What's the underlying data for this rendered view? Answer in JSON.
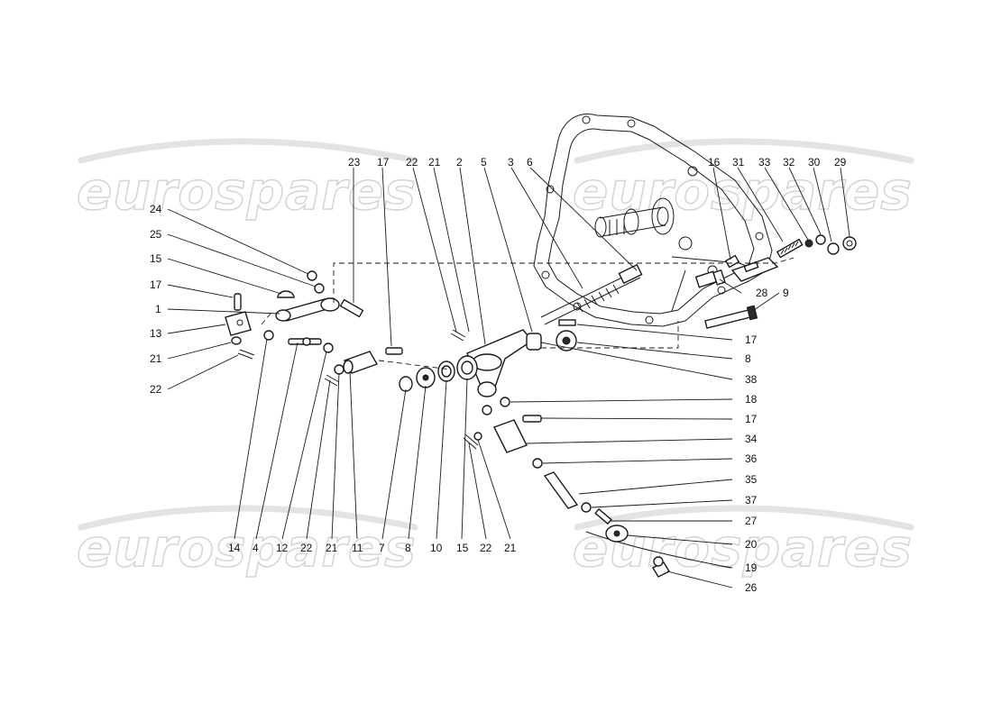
{
  "watermark": {
    "text": "eurospares"
  },
  "callouts": {
    "top": [
      "23",
      "17",
      "22",
      "21",
      "2",
      "5",
      "3",
      "6",
      "16",
      "31",
      "33",
      "32",
      "30",
      "29"
    ],
    "left": [
      "24",
      "25",
      "15",
      "17",
      "1",
      "13",
      "21",
      "22"
    ],
    "bottom": [
      "14",
      "4",
      "12",
      "22",
      "21",
      "11",
      "7",
      "8",
      "10",
      "15",
      "22",
      "21"
    ],
    "right": [
      "28",
      "9",
      "17",
      "8",
      "38",
      "18",
      "17",
      "34",
      "36",
      "35",
      "37",
      "27",
      "20",
      "19",
      "26"
    ]
  }
}
